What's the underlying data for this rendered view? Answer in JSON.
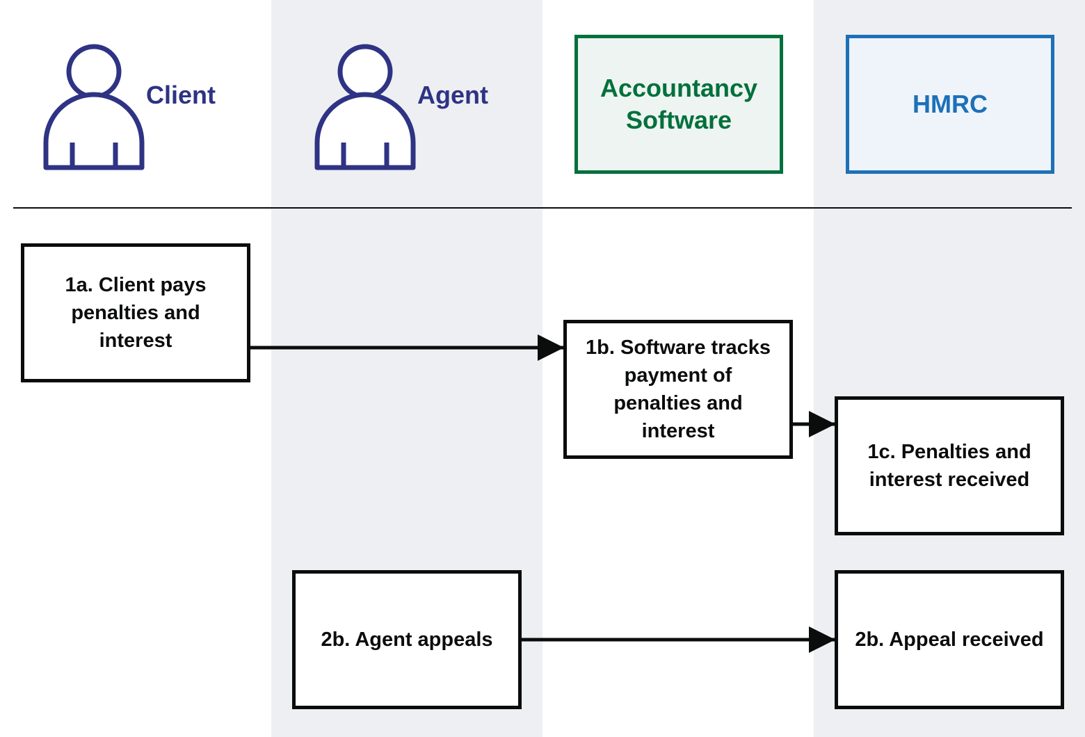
{
  "actors": {
    "client": {
      "label": "Client",
      "icon": "person-icon"
    },
    "agent": {
      "label": "Agent",
      "icon": "person-icon"
    },
    "software": {
      "label_line1": "Accountancy",
      "label_line2": "Software"
    },
    "hmrc": {
      "label": "HMRC"
    }
  },
  "steps": {
    "step_1a": {
      "line1": "1a. Client pays",
      "line2": "penalties and",
      "line3": "interest"
    },
    "step_1b": {
      "line1": "1b. Software tracks",
      "line2": "payment of",
      "line3": "penalties and",
      "line4": "interest"
    },
    "step_1c": {
      "line1": "1c. Penalties and",
      "line2": "interest received"
    },
    "step_2b_agent": {
      "line1": "2b. Agent appeals"
    },
    "step_2b_hmrc": {
      "line1": "2b. Appeal received"
    }
  },
  "colors": {
    "person": "#2e3384",
    "software": "#00703c",
    "hmrc": "#1d70b8",
    "lane_shade": "#eeeff2",
    "ink": "#0b0c0c"
  },
  "connections": [
    {
      "from": "step_1a",
      "to": "step_1b"
    },
    {
      "from": "step_1b",
      "to": "step_1c"
    },
    {
      "from": "step_2b_agent",
      "to": "step_2b_hmrc"
    }
  ]
}
